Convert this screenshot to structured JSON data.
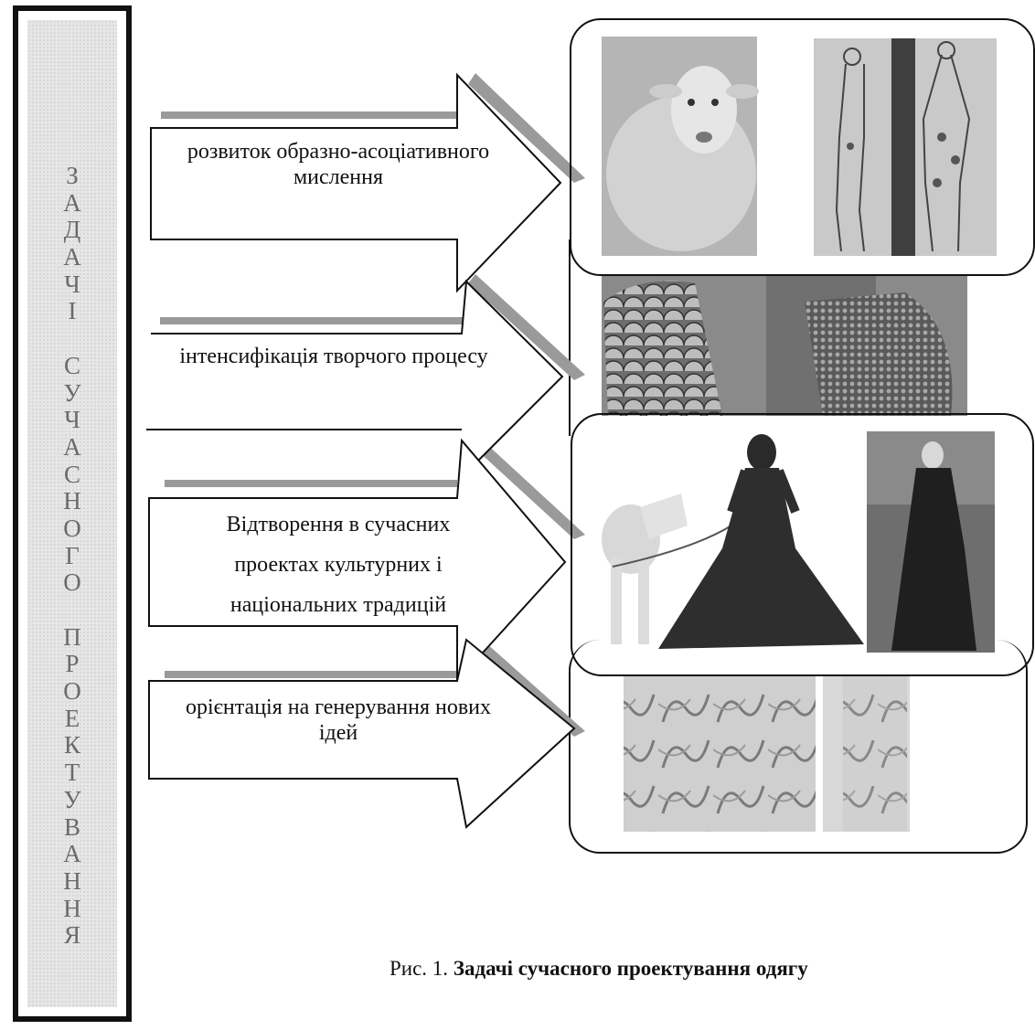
{
  "banner": {
    "letters_word1": [
      "З",
      "А",
      "Д",
      "А",
      "Ч",
      "І"
    ],
    "letters_word2": [
      "С",
      "У",
      "Ч",
      "А",
      "С",
      "Н",
      "О",
      "Г",
      "О"
    ],
    "letters_word3": [
      "П",
      "Р",
      "О",
      "Е",
      "К",
      "Т",
      "У",
      "В",
      "А",
      "Н",
      "Н",
      "Я"
    ]
  },
  "arrows": [
    {
      "text_line1": "розвиток образно-асоціативного",
      "text_line2": "мислення"
    },
    {
      "text_line1": "інтенсифікація творчого процесу"
    },
    {
      "text_line1": "Відтворення в сучасних",
      "text_line2": "проектах культурних і",
      "text_line3": "національних традицій"
    },
    {
      "text_line1": "орієнтація на генерування нових",
      "text_line2": "ідей"
    }
  ],
  "caption": {
    "prefix": "Рис. 1. ",
    "title": "Задачі сучасного проектування одягу"
  }
}
